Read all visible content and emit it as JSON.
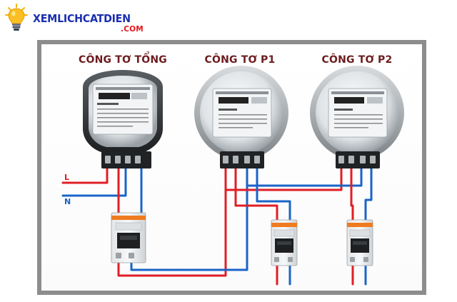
{
  "logo": {
    "brand_main": "XEMLICHCATDIEN",
    "brand_sub": ".COM"
  },
  "diagram": {
    "meter_titles": {
      "main": "CÔNG TƠ TỔNG",
      "p1": "CÔNG TƠ P1",
      "p2": "CÔNG TƠ P2"
    },
    "line_labels": {
      "live": "L",
      "neutral": "N"
    },
    "colors": {
      "live_wire": "#e01e25",
      "neutral_wire": "#1a64c8",
      "title_text": "#6d1c1f",
      "frame": "#8d8d8d",
      "breaker_accent": "#ef7b1f"
    }
  }
}
